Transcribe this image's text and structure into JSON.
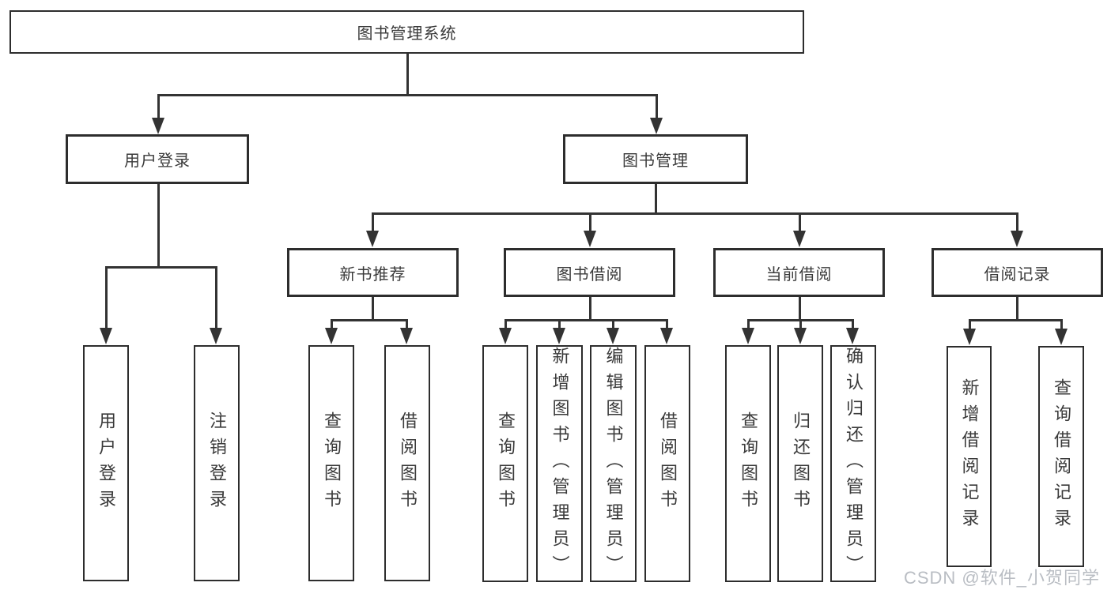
{
  "tree": {
    "label": "图书管理系统",
    "children": [
      {
        "label": "用户登录",
        "children": [
          {
            "label": "用户登录"
          },
          {
            "label": "注销登录"
          }
        ]
      },
      {
        "label": "图书管理",
        "children": [
          {
            "label": "新书推荐",
            "children": [
              {
                "label": "查询图书"
              },
              {
                "label": "借阅图书"
              }
            ]
          },
          {
            "label": "图书借阅",
            "children": [
              {
                "label": "查询图书"
              },
              {
                "label": "新增图书（管理员）"
              },
              {
                "label": "编辑图书（管理员）"
              },
              {
                "label": "借阅图书"
              }
            ]
          },
          {
            "label": "当前借阅",
            "children": [
              {
                "label": "查询图书"
              },
              {
                "label": "归还图书"
              },
              {
                "label": "确认归还（管理员）"
              }
            ]
          },
          {
            "label": "借阅记录",
            "children": [
              {
                "label": "新增借阅记录"
              },
              {
                "label": "查询借阅记录"
              }
            ]
          }
        ]
      }
    ]
  },
  "watermark": {
    "text": "CSDN @软件_小贺同学"
  },
  "colors": {
    "line": "#333333",
    "text": "#3a3a3a",
    "background": "#ffffff",
    "watermark": "#b9bdc3"
  }
}
